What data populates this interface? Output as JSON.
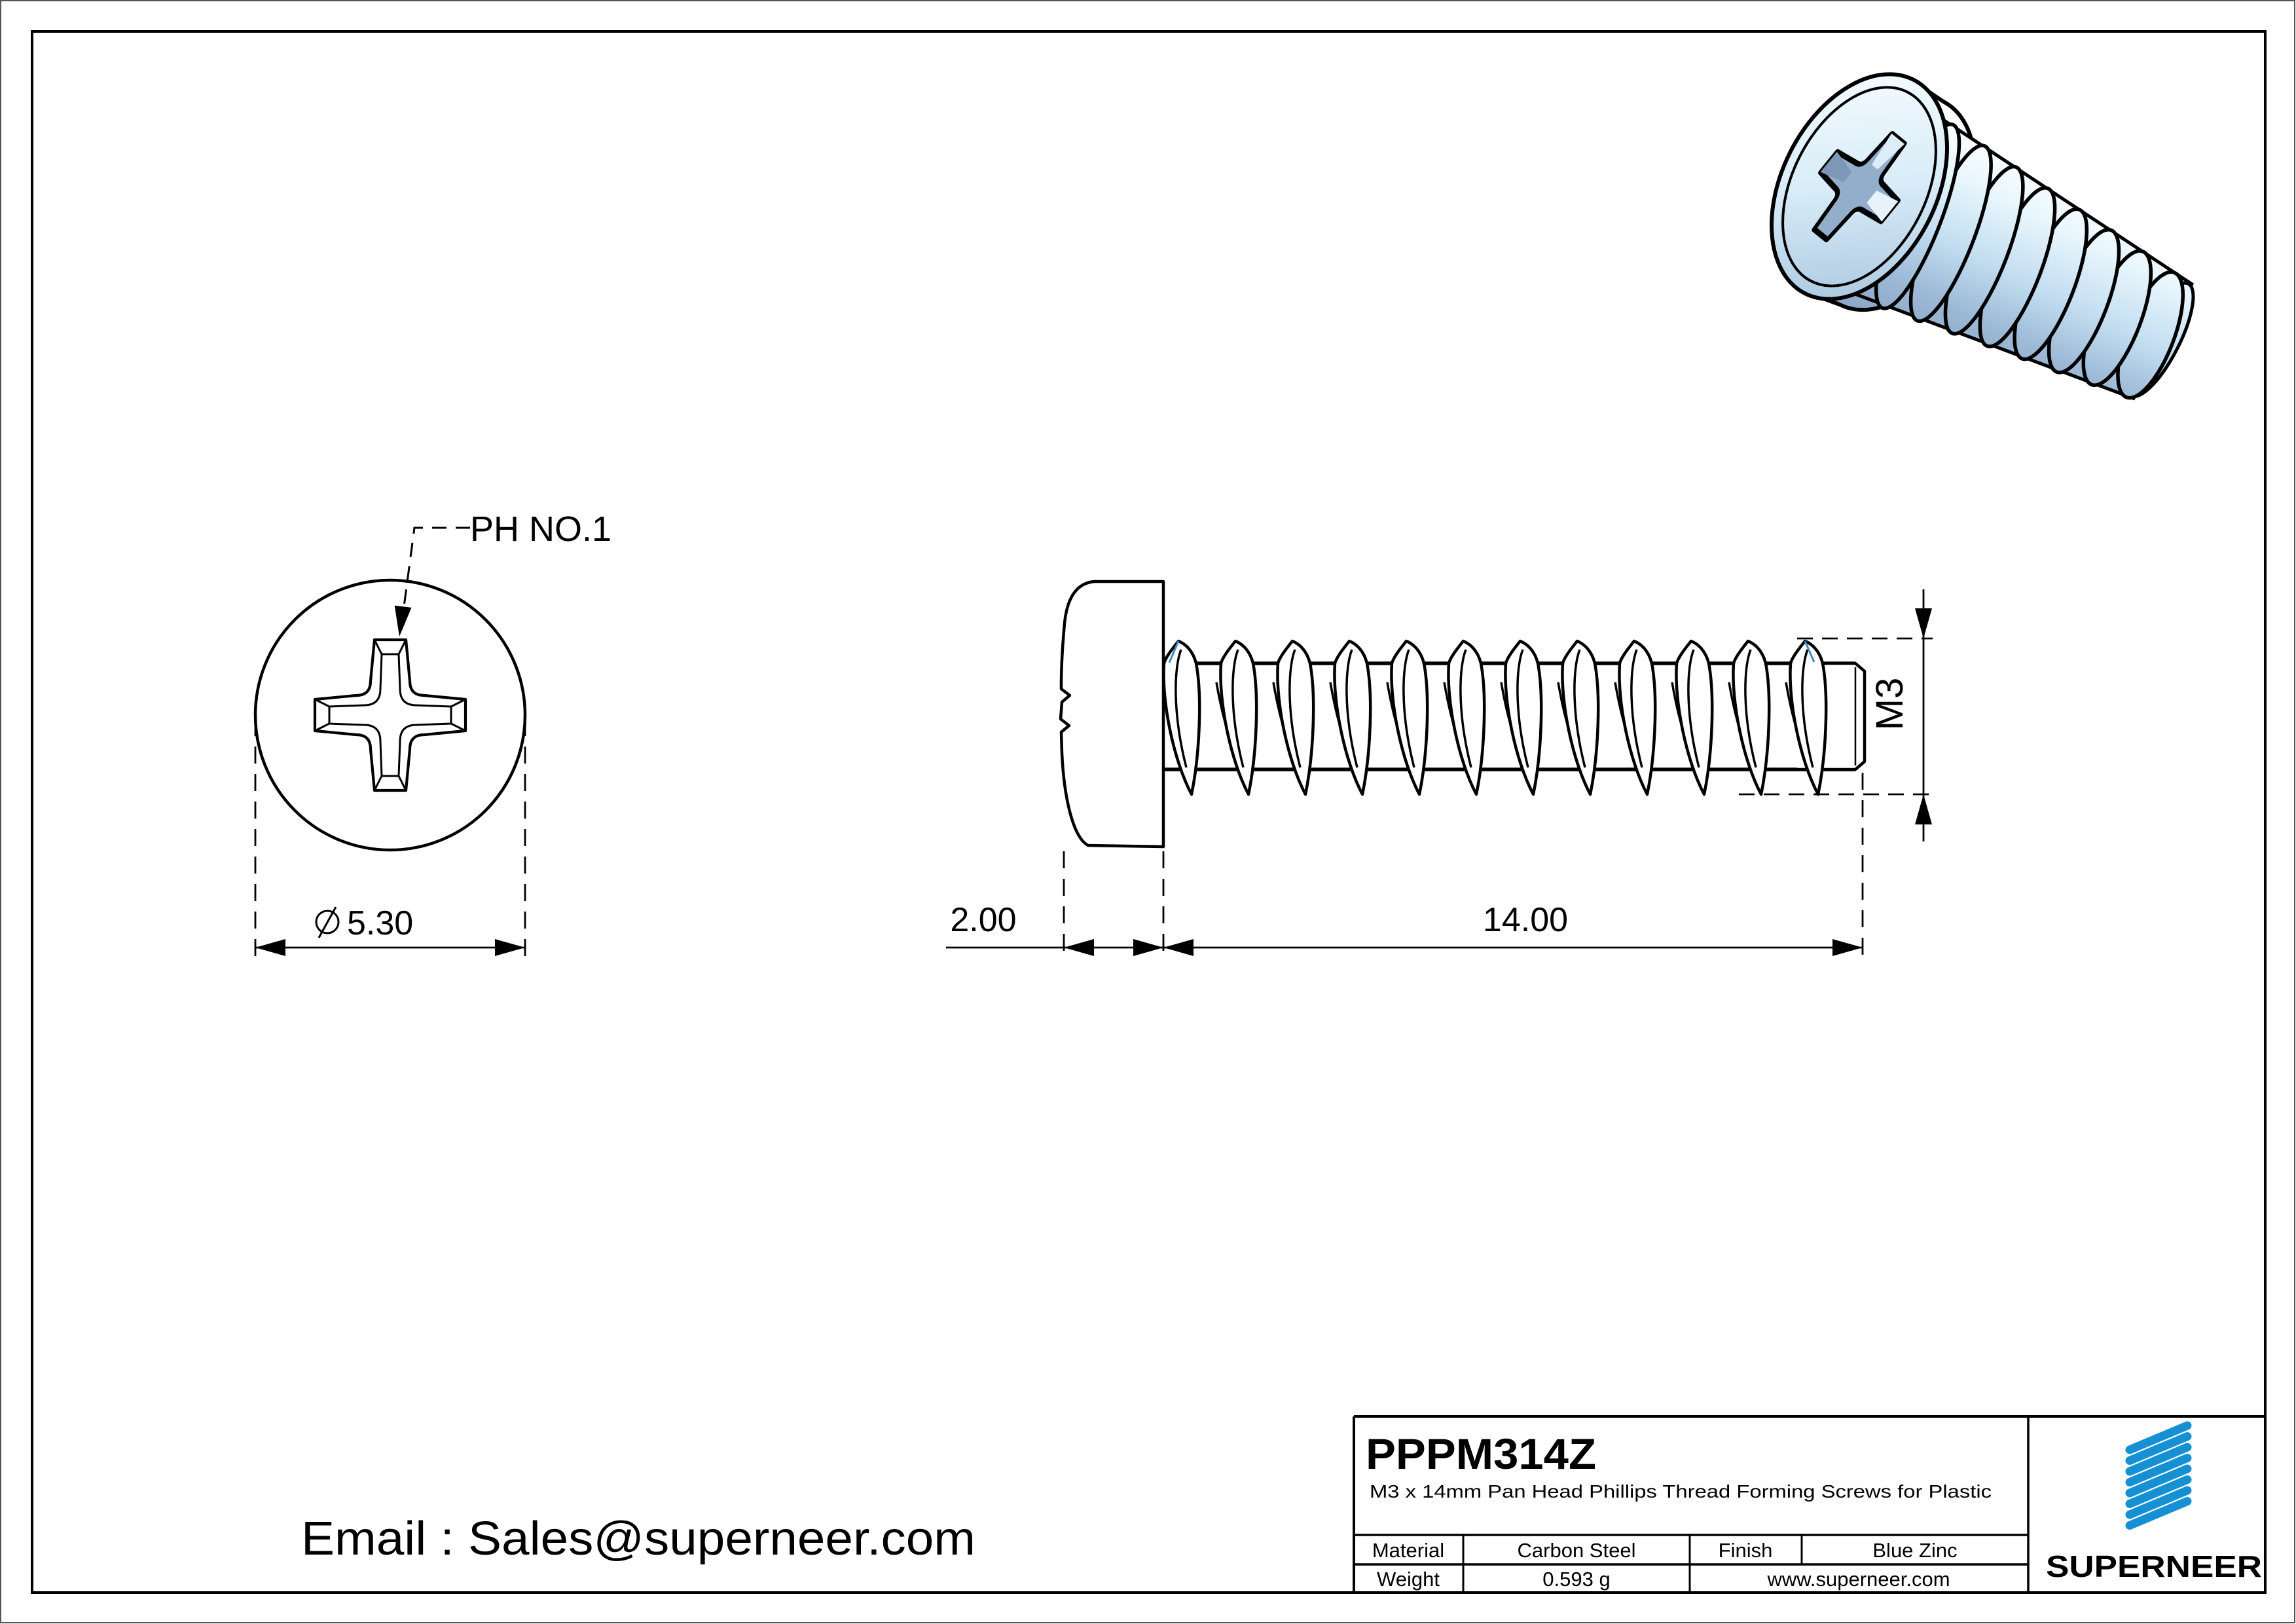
{
  "drawing": {
    "front_view": {
      "callout": "PH NO.1",
      "diameter_symbol": "⌀",
      "diameter_value": "5.30"
    },
    "side_view": {
      "head_thickness": "2.00",
      "thread_length": "14.00",
      "thread_size": "M3"
    }
  },
  "title_block": {
    "part_number": "PPPM314Z",
    "description": "M3 x 14mm Pan Head Phillips Thread Forming Screws for Plastic",
    "material_label": "Material",
    "material_value": "Carbon Steel",
    "finish_label": "Finish",
    "finish_value": "Blue Zinc",
    "weight_label": "Weight",
    "weight_value": "0.593 g",
    "website": "www.superneer.com",
    "brand_name": "SUPERNEER"
  },
  "footer": {
    "email": "Email : Sales@superneer.com"
  },
  "palette": {
    "line": "#000000",
    "cad_accent_blue": "#3d8fc0",
    "brand_blue": "#1590d3",
    "link_blue": "#1b7fd6",
    "render_light": "#eef8fe",
    "render_mid": "#c2ddf0",
    "render_shadow": "#8ea9c8"
  }
}
